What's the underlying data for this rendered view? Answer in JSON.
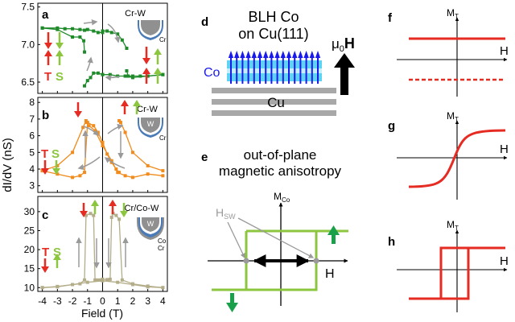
{
  "colors": {
    "green": "#1f8a2a",
    "orange": "#f08c1e",
    "khaki": "#b3ad8a",
    "red": "#e52b22",
    "light_green": "#8cc63f",
    "blue": "#1a1aee",
    "cyan": "#5fd3f3",
    "cu_gray": "#a8a8a8",
    "arrow_gray": "#9a9a9a",
    "tip_gray": "#909090",
    "tip_blue": "#4a7bb8"
  },
  "panels": {
    "a": {
      "label": "a",
      "tip": "Cr-W",
      "tip_w": "",
      "tip_layers": [
        "Cr"
      ],
      "yticks": [
        "7.5",
        "7.0",
        "6.5"
      ],
      "T": "T",
      "S": "S"
    },
    "b": {
      "label": "b",
      "tip": "Cr-W",
      "tip_w": "W",
      "tip_layers": [
        "Cr"
      ],
      "yticks": [
        "8",
        "7",
        "6",
        "5",
        "4",
        "3"
      ],
      "T": "T",
      "S": "S"
    },
    "c": {
      "label": "c",
      "tip": "Cr/Co-W",
      "tip_w": "W",
      "tip_layers": [
        "Co",
        "Cr"
      ],
      "yticks": [
        "30",
        "25",
        "20",
        "15",
        "10"
      ],
      "T": "T",
      "S": "S"
    },
    "ylabel": "dI/dV (nS)",
    "xlabel": "Field (T)",
    "xticks": [
      "-4",
      "-3",
      "-2",
      "-1",
      "0",
      "1",
      "2",
      "3",
      "4"
    ]
  },
  "chart_data": [
    {
      "panel": "a",
      "type": "line",
      "tip": "Cr-W",
      "xlim": [
        -4.3,
        4.3
      ],
      "ylim": [
        6.35,
        7.55
      ],
      "series": [
        {
          "x": [
            -4,
            -3,
            -2.5,
            -2,
            -1.5,
            -1.2,
            -1,
            -0.6,
            -0.3,
            0
          ],
          "y": [
            7.22,
            7.22,
            7.21,
            7.21,
            7.2,
            7.19,
            7.2,
            7.18,
            7.16,
            7.16
          ]
        },
        {
          "x": [
            0,
            0.3,
            0.6,
            1.0,
            1.3,
            1.6
          ],
          "y": [
            7.18,
            7.18,
            7.16,
            7.14,
            7.06,
            6.95
          ]
        },
        {
          "x": [
            1.6,
            1.7,
            2,
            2.5,
            3,
            4
          ],
          "y": [
            6.65,
            6.58,
            6.58,
            6.58,
            6.58,
            6.6
          ]
        },
        {
          "x": [
            4,
            3,
            2,
            1.5,
            1,
            0.5,
            0
          ],
          "y": [
            6.6,
            6.58,
            6.56,
            6.58,
            6.58,
            6.6,
            6.6
          ]
        },
        {
          "x": [
            0,
            -0.3,
            -0.6,
            -0.8,
            -1.0,
            -1.2
          ],
          "y": [
            6.6,
            6.62,
            6.62,
            6.56,
            6.52,
            6.45
          ]
        },
        {
          "x": [
            -1.2,
            -1.25,
            -1.5,
            -2,
            -3,
            -4
          ],
          "y": [
            6.9,
            7.05,
            7.1,
            7.1,
            7.2,
            7.22
          ]
        }
      ]
    },
    {
      "panel": "b",
      "type": "line",
      "tip": "Cr-W",
      "xlim": [
        -4.3,
        4.3
      ],
      "ylim": [
        2.6,
        8.3
      ],
      "series": [
        {
          "x": [
            -4,
            -3,
            -2,
            -1.5,
            -1.2,
            -1,
            -0.6,
            -0.3,
            0
          ],
          "y": [
            3.9,
            3.7,
            3.5,
            3.6,
            3.8,
            6.8,
            6.6,
            6.2,
            5.6
          ]
        },
        {
          "x": [
            0,
            0.3,
            0.6,
            0.9,
            1.1
          ],
          "y": [
            5.6,
            4.9,
            4.4,
            4.0,
            3.8
          ]
        },
        {
          "x": [
            1.1,
            1.2,
            1.5,
            2,
            3,
            4
          ],
          "y": [
            6.9,
            6.8,
            6.2,
            5.0,
            4.2,
            3.9
          ]
        },
        {
          "x": [
            4,
            3,
            2,
            1.5,
            1,
            0.6,
            0
          ],
          "y": [
            3.6,
            3.7,
            3.5,
            3.6,
            3.8,
            4.5,
            5.4
          ]
        },
        {
          "x": [
            0,
            -0.5,
            -0.9,
            -1.1
          ],
          "y": [
            5.4,
            6.3,
            6.6,
            6.8
          ]
        },
        {
          "x": [
            -1.1,
            -1.3,
            -2,
            -3,
            -4
          ],
          "y": [
            6.9,
            6.5,
            5.0,
            4.2,
            3.9
          ]
        }
      ]
    },
    {
      "panel": "c",
      "type": "line",
      "tip": "Cr/Co-W",
      "xlim": [
        -4.3,
        4.3
      ],
      "ylim": [
        9,
        34
      ],
      "series": [
        {
          "x": [
            -4,
            -3,
            -2,
            -1.5,
            -1.2,
            -1.1,
            -0.8,
            -0.6,
            -0.5,
            -0.4,
            -0.2,
            0
          ],
          "y": [
            10,
            10.2,
            10.8,
            11,
            12,
            29,
            29.5,
            29,
            12,
            12,
            12,
            12.2
          ]
        },
        {
          "x": [
            0,
            0.3,
            0.5,
            0.6,
            0.7,
            0.9,
            1.1,
            1.3,
            2,
            3,
            4
          ],
          "y": [
            12.2,
            12.1,
            12.2,
            28.5,
            29.5,
            29,
            28,
            12,
            11,
            10.4,
            10
          ]
        },
        {
          "x": [
            4,
            3,
            2,
            1,
            0,
            -1,
            -2,
            -3,
            -4
          ],
          "y": [
            10,
            10.2,
            10.8,
            11.4,
            11.8,
            11.4,
            10.8,
            10.3,
            10
          ]
        }
      ]
    }
  ],
  "panel_d": {
    "label": "d",
    "title_line1": "BLH Co",
    "title_line2": "on Cu(111)",
    "co_label": "Co",
    "cu_label": "Cu",
    "field_mu": "μ",
    "field_zero": "0",
    "field_H": "H"
  },
  "panel_e": {
    "label": "e",
    "title_line1": "out-of-plane",
    "title_line2": "magnetic anisotropy",
    "y_axis": "M",
    "y_axis_sub": "Co",
    "x_axis": "H",
    "hsw": "H",
    "hsw_sub": "SW"
  },
  "panel_f": {
    "label": "f",
    "y_axis": "M",
    "y_axis_sub": "T",
    "x_axis": "H"
  },
  "panel_g": {
    "label": "g",
    "y_axis": "M",
    "y_axis_sub": "T",
    "x_axis": "H"
  },
  "panel_h": {
    "label": "h",
    "y_axis": "M",
    "y_axis_sub": "T",
    "x_axis": "H"
  }
}
